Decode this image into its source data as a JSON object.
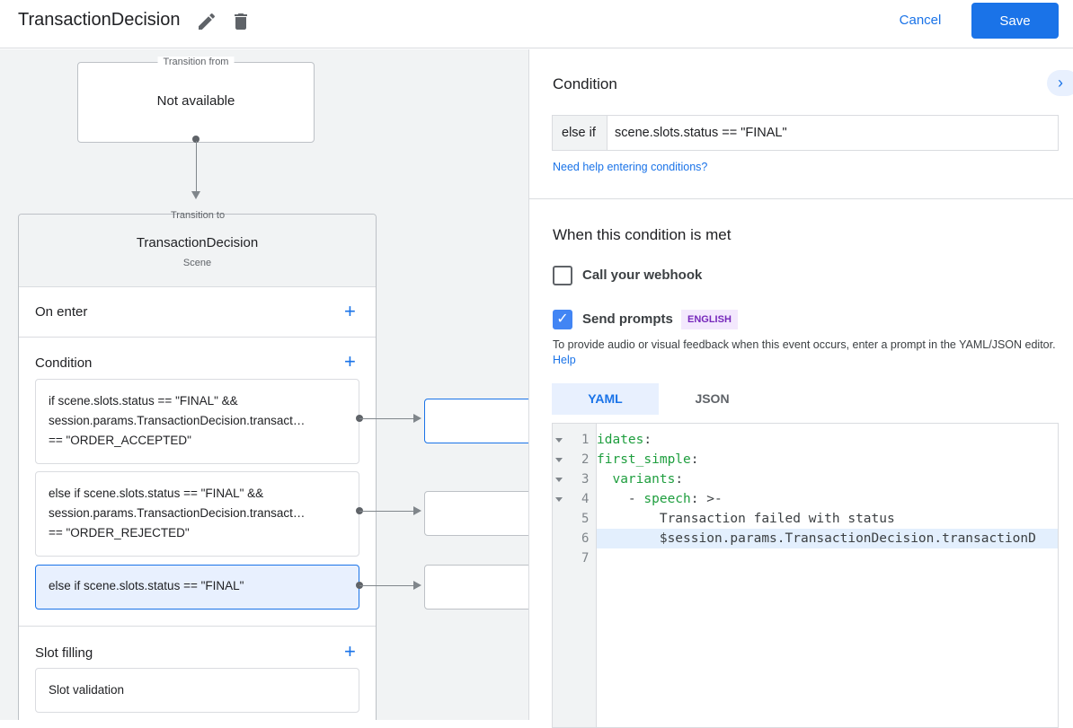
{
  "header": {
    "title": "TransactionDecision",
    "edit_icon": "pencil-icon",
    "delete_icon": "trash-icon",
    "cancel_label": "Cancel",
    "save_label": "Save"
  },
  "canvas": {
    "transition_from": {
      "label": "Transition from",
      "value": "Not available"
    },
    "transition_to": {
      "label": "Transition to",
      "scene_name": "TransactionDecision",
      "scene_type": "Scene"
    },
    "on_enter": {
      "label": "On enter"
    },
    "condition": {
      "label": "Condition",
      "cards": [
        {
          "lines": [
            "if scene.slots.status == \"FINAL\" &&",
            "session.params.TransactionDecision.transact…",
            "== \"ORDER_ACCEPTED\""
          ]
        },
        {
          "lines": [
            "else if scene.slots.status == \"FINAL\" &&",
            "session.params.TransactionDecision.transact…",
            "== \"ORDER_REJECTED\""
          ]
        },
        {
          "lines": [
            "else if scene.slots.status == \"FINAL\""
          ]
        }
      ]
    },
    "slot_filling": {
      "label": "Slot filling",
      "slot_validation": "Slot validation"
    }
  },
  "panel": {
    "condition_heading": "Condition",
    "condition_prefix": "else if",
    "condition_value": "scene.slots.status == \"FINAL\"",
    "help_link": "Need help entering conditions?",
    "met_heading": "When this condition is met",
    "webhook": {
      "label": "Call your webhook",
      "checked": false
    },
    "prompts": {
      "label": "Send prompts",
      "checked": true,
      "badge": "ENGLISH"
    },
    "description": "To provide audio or visual feedback when this event occurs, enter a prompt in the YAML/JSON editor.",
    "description_link": "Help",
    "tabs": [
      {
        "label": "YAML",
        "active": true
      },
      {
        "label": "JSON",
        "active": false
      }
    ],
    "editor_lines": [
      {
        "n": "1",
        "fold": true,
        "key": "idates",
        "rest": ":"
      },
      {
        "n": "2",
        "fold": true,
        "key": "first_simple",
        "rest": ":"
      },
      {
        "n": "3",
        "fold": true,
        "indent": "  ",
        "key": "variants",
        "rest": ":"
      },
      {
        "n": "4",
        "fold": true,
        "indent": "    - ",
        "key": "speech",
        "rest": ": >-"
      },
      {
        "n": "5",
        "fold": false,
        "text": "        Transaction failed with status"
      },
      {
        "n": "6",
        "fold": false,
        "text": "        $session.params.TransactionDecision.transactionD",
        "highlighted": true
      },
      {
        "n": "7",
        "fold": false,
        "text": ""
      }
    ]
  },
  "colors": {
    "accent": "#1a73e8",
    "badge_bg": "#f3e8fd",
    "badge_text": "#7627bb",
    "yaml_key": "#1e9e3e",
    "selected_bg": "#e8f0fe"
  }
}
